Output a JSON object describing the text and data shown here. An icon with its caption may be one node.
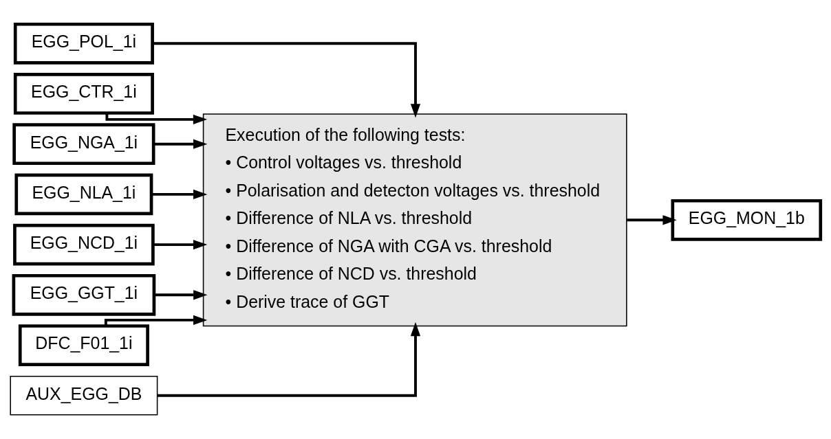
{
  "diagram": {
    "nodes": [
      {
        "text": [
          "EGG_POL_1i"
        ]
      },
      {
        "text": [
          "EGG_CTR_1i"
        ]
      },
      {
        "text": [
          "EGG_NGA_1i"
        ]
      },
      {
        "text": [
          "EGG_NLA_1i"
        ]
      },
      {
        "text": [
          "EGG_NCD_1i"
        ]
      },
      {
        "text": [
          "EGG_GGT_1i"
        ]
      },
      {
        "text": [
          "DFC_F01_1i"
        ]
      },
      {
        "text": [
          "AUX_EGG_DB"
        ]
      },
      {
        "text": [
          "Execution of the following tests:",
          "• Control voltages vs. threshold",
          "• Polarisation and detecton voltages vs. threshold",
          "• Difference of NLA vs. threshold",
          "• Difference of NGA with CGA vs. threshold",
          "• Difference of NCD vs. threshold",
          "• Derive trace of GGT"
        ]
      },
      {
        "text": [
          "EGG_MON_1b"
        ]
      }
    ],
    "edges": [
      {
        "from": 0,
        "to": 8,
        "arrow": "to"
      },
      {
        "from": 1,
        "to": 8,
        "arrow": "to"
      },
      {
        "from": 2,
        "to": 8,
        "arrow": "to"
      },
      {
        "from": 3,
        "to": 8,
        "arrow": "to"
      },
      {
        "from": 4,
        "to": 8,
        "arrow": "to"
      },
      {
        "from": 5,
        "to": 8,
        "arrow": "to"
      },
      {
        "from": 6,
        "to": 8,
        "arrow": "to"
      },
      {
        "from": 7,
        "to": 8,
        "arrow": "to"
      },
      {
        "from": 8,
        "to": 9,
        "arrow": "to"
      }
    ]
  }
}
